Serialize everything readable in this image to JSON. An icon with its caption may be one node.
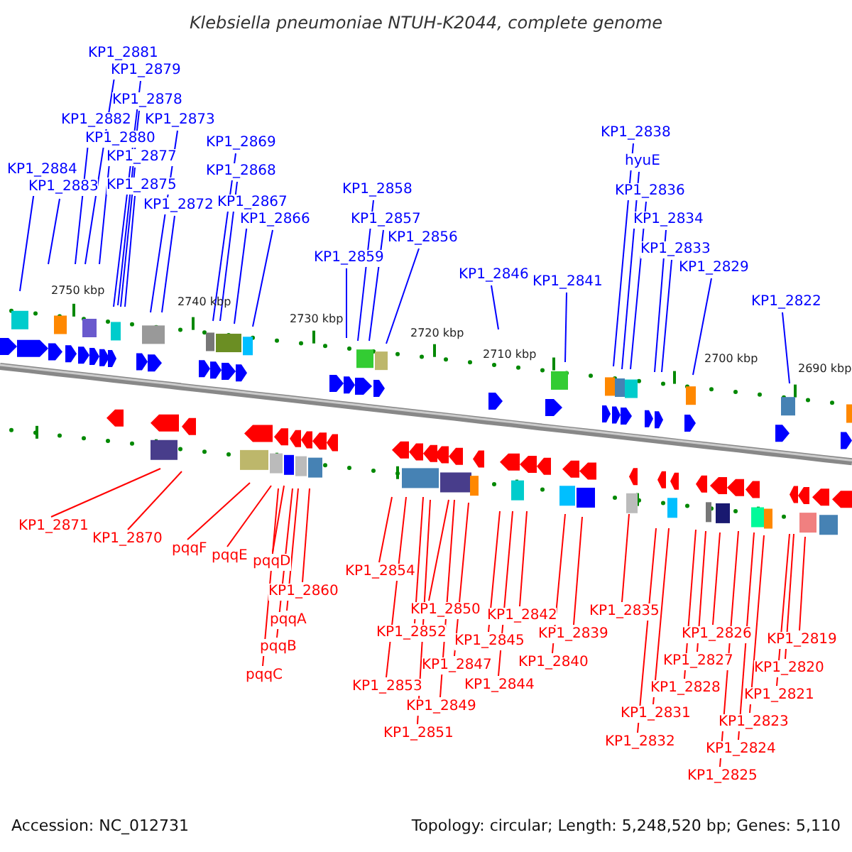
{
  "diagram": {
    "title": "Klebsiella pneumoniae NTUH-K2044, complete genome",
    "nodes": [
      {
        "text": [
          "KP1_2884"
        ]
      },
      {
        "text": [
          "KP1_2883"
        ]
      },
      {
        "text": [
          "KP1_2882"
        ]
      },
      {
        "text": [
          "KP1_2881"
        ]
      },
      {
        "text": [
          "KP1_2880"
        ]
      },
      {
        "text": [
          "KP1_2879"
        ]
      },
      {
        "text": [
          "KP1_2878"
        ]
      },
      {
        "text": [
          "KP1_2877"
        ]
      },
      {
        "text": [
          "KP1_2875"
        ]
      },
      {
        "text": [
          "KP1_2873"
        ]
      },
      {
        "text": [
          "KP1_2872"
        ]
      },
      {
        "text": [
          "KP1_2869"
        ]
      },
      {
        "text": [
          "KP1_2868"
        ]
      },
      {
        "text": [
          "KP1_2867"
        ]
      },
      {
        "text": [
          "KP1_2866"
        ]
      },
      {
        "text": [
          "KP1_2859"
        ]
      },
      {
        "text": [
          "KP1_2858"
        ]
      },
      {
        "text": [
          "KP1_2857"
        ]
      },
      {
        "text": [
          "KP1_2856"
        ]
      },
      {
        "text": [
          "KP1_2846"
        ]
      },
      {
        "text": [
          "KP1_2841"
        ]
      },
      {
        "text": [
          "KP1_2838"
        ]
      },
      {
        "text": [
          "hyuE"
        ]
      },
      {
        "text": [
          "KP1_2836"
        ]
      },
      {
        "text": [
          "KP1_2834"
        ]
      },
      {
        "text": [
          "KP1_2833"
        ]
      },
      {
        "text": [
          "KP1_2829"
        ]
      },
      {
        "text": [
          "KP1_2822"
        ]
      },
      {
        "text": [
          "KP1_2871"
        ]
      },
      {
        "text": [
          "KP1_2870"
        ]
      },
      {
        "text": [
          "pqqF"
        ]
      },
      {
        "text": [
          "pqqE"
        ]
      },
      {
        "text": [
          "pqqD"
        ]
      },
      {
        "text": [
          "KP1_2860"
        ]
      },
      {
        "text": [
          "pqqA"
        ]
      },
      {
        "text": [
          "pqqB"
        ]
      },
      {
        "text": [
          "pqqC"
        ]
      },
      {
        "text": [
          "KP1_2854"
        ]
      },
      {
        "text": [
          "KP1_2853"
        ]
      },
      {
        "text": [
          "KP1_2852"
        ]
      },
      {
        "text": [
          "KP1_2851"
        ]
      },
      {
        "text": [
          "KP1_2850"
        ]
      },
      {
        "text": [
          "KP1_2849"
        ]
      },
      {
        "text": [
          "KP1_2847"
        ]
      },
      {
        "text": [
          "KP1_2845"
        ]
      },
      {
        "text": [
          "KP1_2844"
        ]
      },
      {
        "text": [
          "KP1_2842"
        ]
      },
      {
        "text": [
          "KP1_2840"
        ]
      },
      {
        "text": [
          "KP1_2839"
        ]
      },
      {
        "text": [
          "KP1_2835"
        ]
      },
      {
        "text": [
          "KP1_2832"
        ]
      },
      {
        "text": [
          "KP1_2831"
        ]
      },
      {
        "text": [
          "KP1_2828"
        ]
      },
      {
        "text": [
          "KP1_2827"
        ]
      },
      {
        "text": [
          "KP1_2826"
        ]
      },
      {
        "text": [
          "KP1_2825"
        ]
      },
      {
        "text": [
          "KP1_2824"
        ]
      },
      {
        "text": [
          "KP1_2823"
        ]
      },
      {
        "text": [
          "KP1_2821"
        ]
      },
      {
        "text": [
          "KP1_2820"
        ]
      },
      {
        "text": [
          "KP1_2819"
        ]
      }
    ],
    "edges": [
      {
        "from": 0,
        "to": null,
        "arrow": "none",
        "color": "#0000ff"
      },
      {
        "from": 1,
        "to": null,
        "arrow": "none",
        "color": "#0000ff"
      },
      {
        "from": 2,
        "to": null,
        "arrow": "none",
        "color": "#0000ff"
      },
      {
        "from": 3,
        "to": null,
        "arrow": "none",
        "color": "#0000ff"
      },
      {
        "from": 4,
        "to": null,
        "arrow": "none",
        "color": "#0000ff"
      },
      {
        "from": 5,
        "to": null,
        "arrow": "none",
        "color": "#0000ff"
      },
      {
        "from": 6,
        "to": null,
        "arrow": "none",
        "color": "#0000ff"
      },
      {
        "from": 7,
        "to": null,
        "arrow": "none",
        "color": "#0000ff"
      },
      {
        "from": 8,
        "to": null,
        "arrow": "none",
        "color": "#0000ff"
      },
      {
        "from": 9,
        "to": null,
        "arrow": "none",
        "color": "#0000ff"
      },
      {
        "from": 10,
        "to": null,
        "arrow": "none",
        "color": "#0000ff"
      },
      {
        "from": 11,
        "to": null,
        "arrow": "none",
        "color": "#0000ff"
      },
      {
        "from": 12,
        "to": null,
        "arrow": "none",
        "color": "#0000ff"
      },
      {
        "from": 13,
        "to": null,
        "arrow": "none",
        "color": "#0000ff"
      },
      {
        "from": 14,
        "to": null,
        "arrow": "none",
        "color": "#0000ff"
      },
      {
        "from": 15,
        "to": null,
        "arrow": "none",
        "color": "#0000ff"
      },
      {
        "from": 16,
        "to": null,
        "arrow": "none",
        "color": "#0000ff"
      },
      {
        "from": 17,
        "to": null,
        "arrow": "none",
        "color": "#0000ff"
      },
      {
        "from": 18,
        "to": null,
        "arrow": "none",
        "color": "#0000ff"
      },
      {
        "from": 19,
        "to": null,
        "arrow": "none",
        "color": "#0000ff"
      },
      {
        "from": 20,
        "to": null,
        "arrow": "none",
        "color": "#0000ff"
      },
      {
        "from": 21,
        "to": null,
        "arrow": "none",
        "color": "#0000ff"
      },
      {
        "from": 22,
        "to": null,
        "arrow": "none",
        "color": "#0000ff"
      },
      {
        "from": 23,
        "to": null,
        "arrow": "none",
        "color": "#0000ff"
      },
      {
        "from": 24,
        "to": null,
        "arrow": "none",
        "color": "#0000ff"
      },
      {
        "from": 25,
        "to": null,
        "arrow": "none",
        "color": "#0000ff"
      },
      {
        "from": 26,
        "to": null,
        "arrow": "none",
        "color": "#0000ff"
      },
      {
        "from": 27,
        "to": null,
        "arrow": "none",
        "color": "#0000ff"
      },
      {
        "from": 28,
        "to": null,
        "arrow": "none"
      },
      {
        "from": 29,
        "to": null,
        "arrow": "none"
      },
      {
        "from": 30,
        "to": null,
        "arrow": "none"
      },
      {
        "from": 31,
        "to": null,
        "arrow": "none"
      },
      {
        "from": 32,
        "to": null,
        "arrow": "none"
      },
      {
        "from": 33,
        "to": null,
        "arrow": "none"
      },
      {
        "from": 34,
        "to": null,
        "arrow": "none"
      },
      {
        "from": 35,
        "to": null,
        "arrow": "none"
      },
      {
        "from": 36,
        "to": null,
        "arrow": "none"
      },
      {
        "from": 37,
        "to": null,
        "arrow": "none"
      },
      {
        "from": 38,
        "to": null,
        "arrow": "none"
      },
      {
        "from": 39,
        "to": null,
        "arrow": "none"
      },
      {
        "from": 40,
        "to": null,
        "arrow": "none"
      },
      {
        "from": 41,
        "to": null,
        "arrow": "none"
      },
      {
        "from": 42,
        "to": null,
        "arrow": "none"
      },
      {
        "from": 43,
        "to": null,
        "arrow": "none"
      },
      {
        "from": 44,
        "to": null,
        "arrow": "none"
      },
      {
        "from": 45,
        "to": null,
        "arrow": "none"
      },
      {
        "from": 46,
        "to": null,
        "arrow": "none"
      },
      {
        "from": 47,
        "to": null,
        "arrow": "none"
      },
      {
        "from": 48,
        "to": null,
        "arrow": "none"
      },
      {
        "from": 49,
        "to": null,
        "arrow": "none"
      },
      {
        "from": 50,
        "to": null,
        "arrow": "none"
      },
      {
        "from": 51,
        "to": null,
        "arrow": "none"
      },
      {
        "from": 52,
        "to": null,
        "arrow": "none"
      },
      {
        "from": 53,
        "to": null,
        "arrow": "none"
      },
      {
        "from": 54,
        "to": null,
        "arrow": "none"
      },
      {
        "from": 55,
        "to": null,
        "arrow": "none"
      },
      {
        "from": 56,
        "to": null,
        "arrow": "none"
      },
      {
        "from": 57,
        "to": null,
        "arrow": "none"
      },
      {
        "from": 58,
        "to": null,
        "arrow": "none"
      },
      {
        "from": 59,
        "to": null,
        "arrow": "none"
      },
      {
        "from": 60,
        "to": null,
        "arrow": "none"
      }
    ],
    "labels": [
      "2750 kbp",
      "2740 kbp",
      "2730 kbp",
      "2720 kbp",
      "2710 kbp",
      "2700 kbp",
      "2690 kbp",
      "Accession: NC_012731",
      "Topology: circular; Length: 5,248,520 bp; Genes: 5,110"
    ]
  }
}
